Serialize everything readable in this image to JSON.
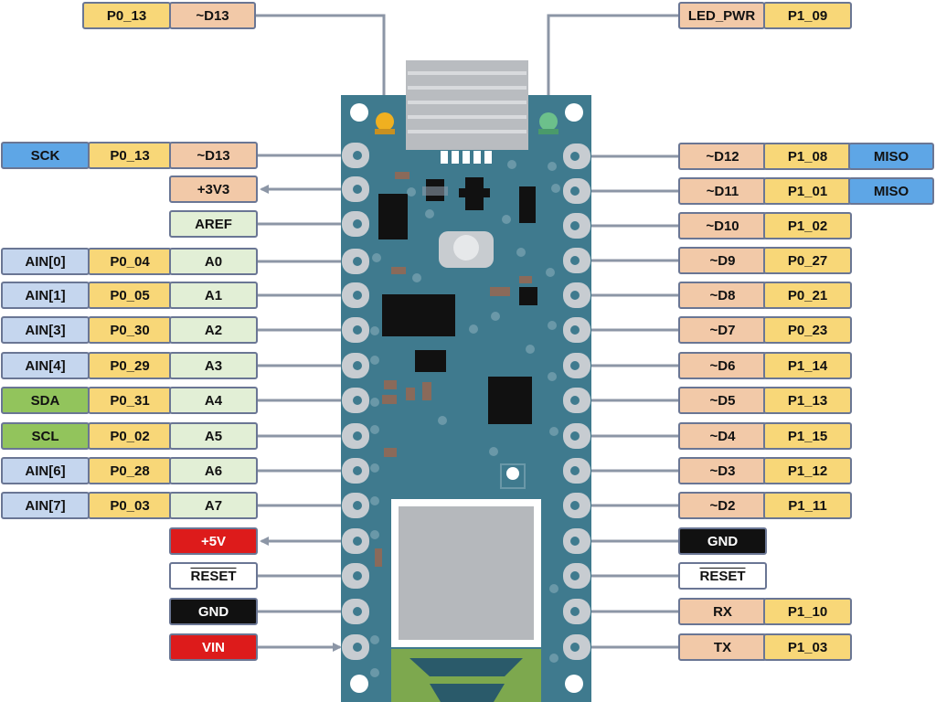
{
  "top_left": [
    "P0_13",
    "~D13"
  ],
  "top_right": [
    "LED_PWR",
    "P1_09"
  ],
  "left": [
    [
      "SCK",
      "P0_13",
      "~D13"
    ],
    [
      "",
      "",
      "+3V3"
    ],
    [
      "",
      "",
      "AREF"
    ],
    [
      "AIN[0]",
      "P0_04",
      "A0"
    ],
    [
      "AIN[1]",
      "P0_05",
      "A1"
    ],
    [
      "AIN[3]",
      "P0_30",
      "A2"
    ],
    [
      "AIN[4]",
      "P0_29",
      "A3"
    ],
    [
      "SDA",
      "P0_31",
      "A4"
    ],
    [
      "SCL",
      "P0_02",
      "A5"
    ],
    [
      "AIN[6]",
      "P0_28",
      "A6"
    ],
    [
      "AIN[7]",
      "P0_03",
      "A7"
    ],
    [
      "",
      "",
      "+5V"
    ],
    [
      "",
      "",
      "RESET"
    ],
    [
      "",
      "",
      "GND"
    ],
    [
      "",
      "",
      "VIN"
    ]
  ],
  "right": [
    [
      "~D12",
      "P1_08",
      "MISO"
    ],
    [
      "~D11",
      "P1_01",
      "MISO"
    ],
    [
      "~D10",
      "P1_02",
      ""
    ],
    [
      "~D9",
      "P0_27",
      ""
    ],
    [
      "~D8",
      "P0_21",
      ""
    ],
    [
      "~D7",
      "P0_23",
      ""
    ],
    [
      "~D6",
      "P1_14",
      ""
    ],
    [
      "~D5",
      "P1_13",
      ""
    ],
    [
      "~D4",
      "P1_15",
      ""
    ],
    [
      "~D3",
      "P1_12",
      ""
    ],
    [
      "~D2",
      "P1_11",
      ""
    ],
    [
      "GND",
      "",
      ""
    ],
    [
      "RESET",
      "",
      ""
    ],
    [
      "RX",
      "P1_10",
      ""
    ],
    [
      "TX",
      "P1_03",
      ""
    ]
  ],
  "colors": {
    "board": "#3f7a8e",
    "pin_digital": "#f2c9a8",
    "pin_port": "#f8d778",
    "pin_spi": "#5ea6e6",
    "pin_analog_in": "#c5d6ee",
    "pin_analog": "#e2efd6",
    "pin_i2c": "#92c45c",
    "power": "#dd1b1b",
    "ground": "#111111",
    "led_power": "#6cc08b",
    "led_d13": "#f0b020"
  }
}
